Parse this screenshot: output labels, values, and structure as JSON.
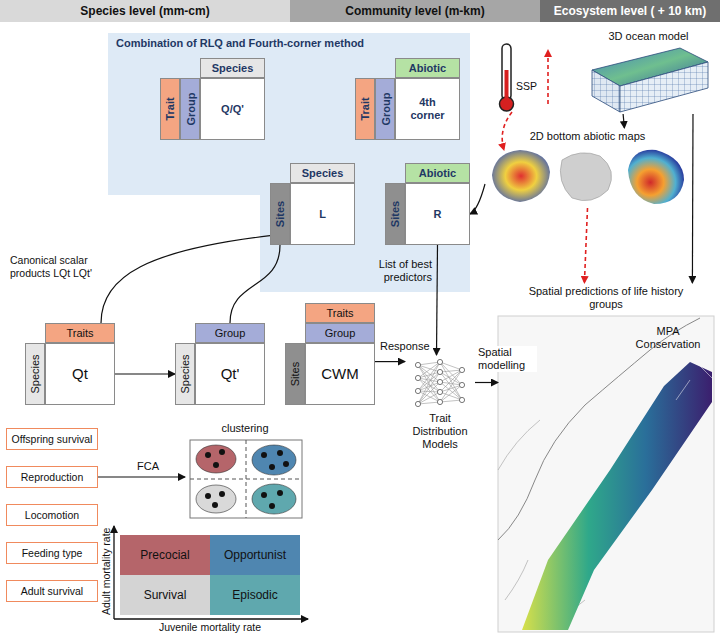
{
  "diagram": {
    "nodes": [
      {
        "text": [
          "Species level (mm-cm)"
        ]
      },
      {
        "text": [
          "Community level (m-km)"
        ]
      },
      {
        "text": [
          "Ecosystem level ( + 10 km)"
        ]
      },
      {
        "text": [
          "Combination of RLQ and Fourth-corner method"
        ]
      },
      {
        "text": [
          "Species"
        ],
        "in": 3
      },
      {
        "text": [
          "Trait"
        ],
        "in": 3
      },
      {
        "text": [
          "Group"
        ],
        "in": 3
      },
      {
        "text": [
          "Q/Q'"
        ],
        "in": 3
      },
      {
        "text": [
          "Abiotic"
        ],
        "in": 3
      },
      {
        "text": [
          "Trait"
        ],
        "in": 3
      },
      {
        "text": [
          "Group"
        ],
        "in": 3
      },
      {
        "text": [
          "4th corner"
        ],
        "in": 3
      },
      {
        "text": [
          "Species"
        ],
        "in": 3
      },
      {
        "text": [
          "Sites"
        ],
        "in": 3
      },
      {
        "text": [
          "L"
        ],
        "in": 3
      },
      {
        "text": [
          "Abiotic"
        ],
        "in": 3
      },
      {
        "text": [
          "Sites"
        ],
        "in": 3
      },
      {
        "text": [
          "R"
        ],
        "in": 3
      },
      {
        "text": [
          "3D ocean model"
        ]
      },
      {
        "text": [
          "2D bottom abiotic maps"
        ]
      },
      {
        "text": [
          "Traits"
        ]
      },
      {
        "text": [
          "Species"
        ]
      },
      {
        "text": [
          "Qt"
        ]
      },
      {
        "text": [
          "Group"
        ]
      },
      {
        "text": [
          "Species"
        ]
      },
      {
        "text": [
          "Qt'"
        ]
      },
      {
        "text": [
          "Traits"
        ]
      },
      {
        "text": [
          "Group"
        ]
      },
      {
        "text": [
          "Sites"
        ]
      },
      {
        "text": [
          "CWM"
        ]
      },
      {
        "text": [
          "Trait Distribution Models"
        ]
      },
      {
        "text": [
          "Spatial predictions of life history groups",
          "MPA Conservation"
        ]
      },
      {
        "text": [
          "Offspring survival"
        ]
      },
      {
        "text": [
          "Reproduction"
        ]
      },
      {
        "text": [
          "Locomotion"
        ]
      },
      {
        "text": [
          "Feeding type"
        ]
      },
      {
        "text": [
          "Adult survival"
        ]
      },
      {
        "text": [
          "clustering"
        ]
      },
      {
        "text": [
          "Precocial"
        ]
      },
      {
        "text": [
          "Opportunist"
        ]
      },
      {
        "text": [
          "Survival"
        ]
      },
      {
        "text": [
          "Episodic"
        ]
      }
    ],
    "edges": [
      {
        "from": 13,
        "to": 20,
        "arrow": "none"
      },
      {
        "from": 13,
        "to": 23,
        "arrow": "none"
      },
      {
        "from": 22,
        "to": 24,
        "arrow": "to"
      },
      {
        "from": 19,
        "to": 17,
        "arrow": "to"
      },
      {
        "from": 18,
        "to": 19,
        "arrow": "to"
      },
      {
        "from": 18,
        "to": 31,
        "arrow": "to"
      },
      {
        "from": 19,
        "to": 31,
        "arrow": "to"
      },
      {
        "from": 17,
        "to": 30,
        "label": "List of best predictors",
        "arrow": "to"
      },
      {
        "from": 29,
        "to": 30,
        "label": "Response",
        "arrow": "to"
      },
      {
        "from": 30,
        "to": 31,
        "label": "Spatial modelling",
        "arrow": "to"
      },
      {
        "from": 33,
        "to": 37,
        "label": "FCA",
        "arrow": "to"
      }
    ],
    "labels": [
      "SSP",
      "Canonical scalar products LQt LQt'",
      "Adult mortality rate",
      "Juvenile mortality rate"
    ]
  }
}
